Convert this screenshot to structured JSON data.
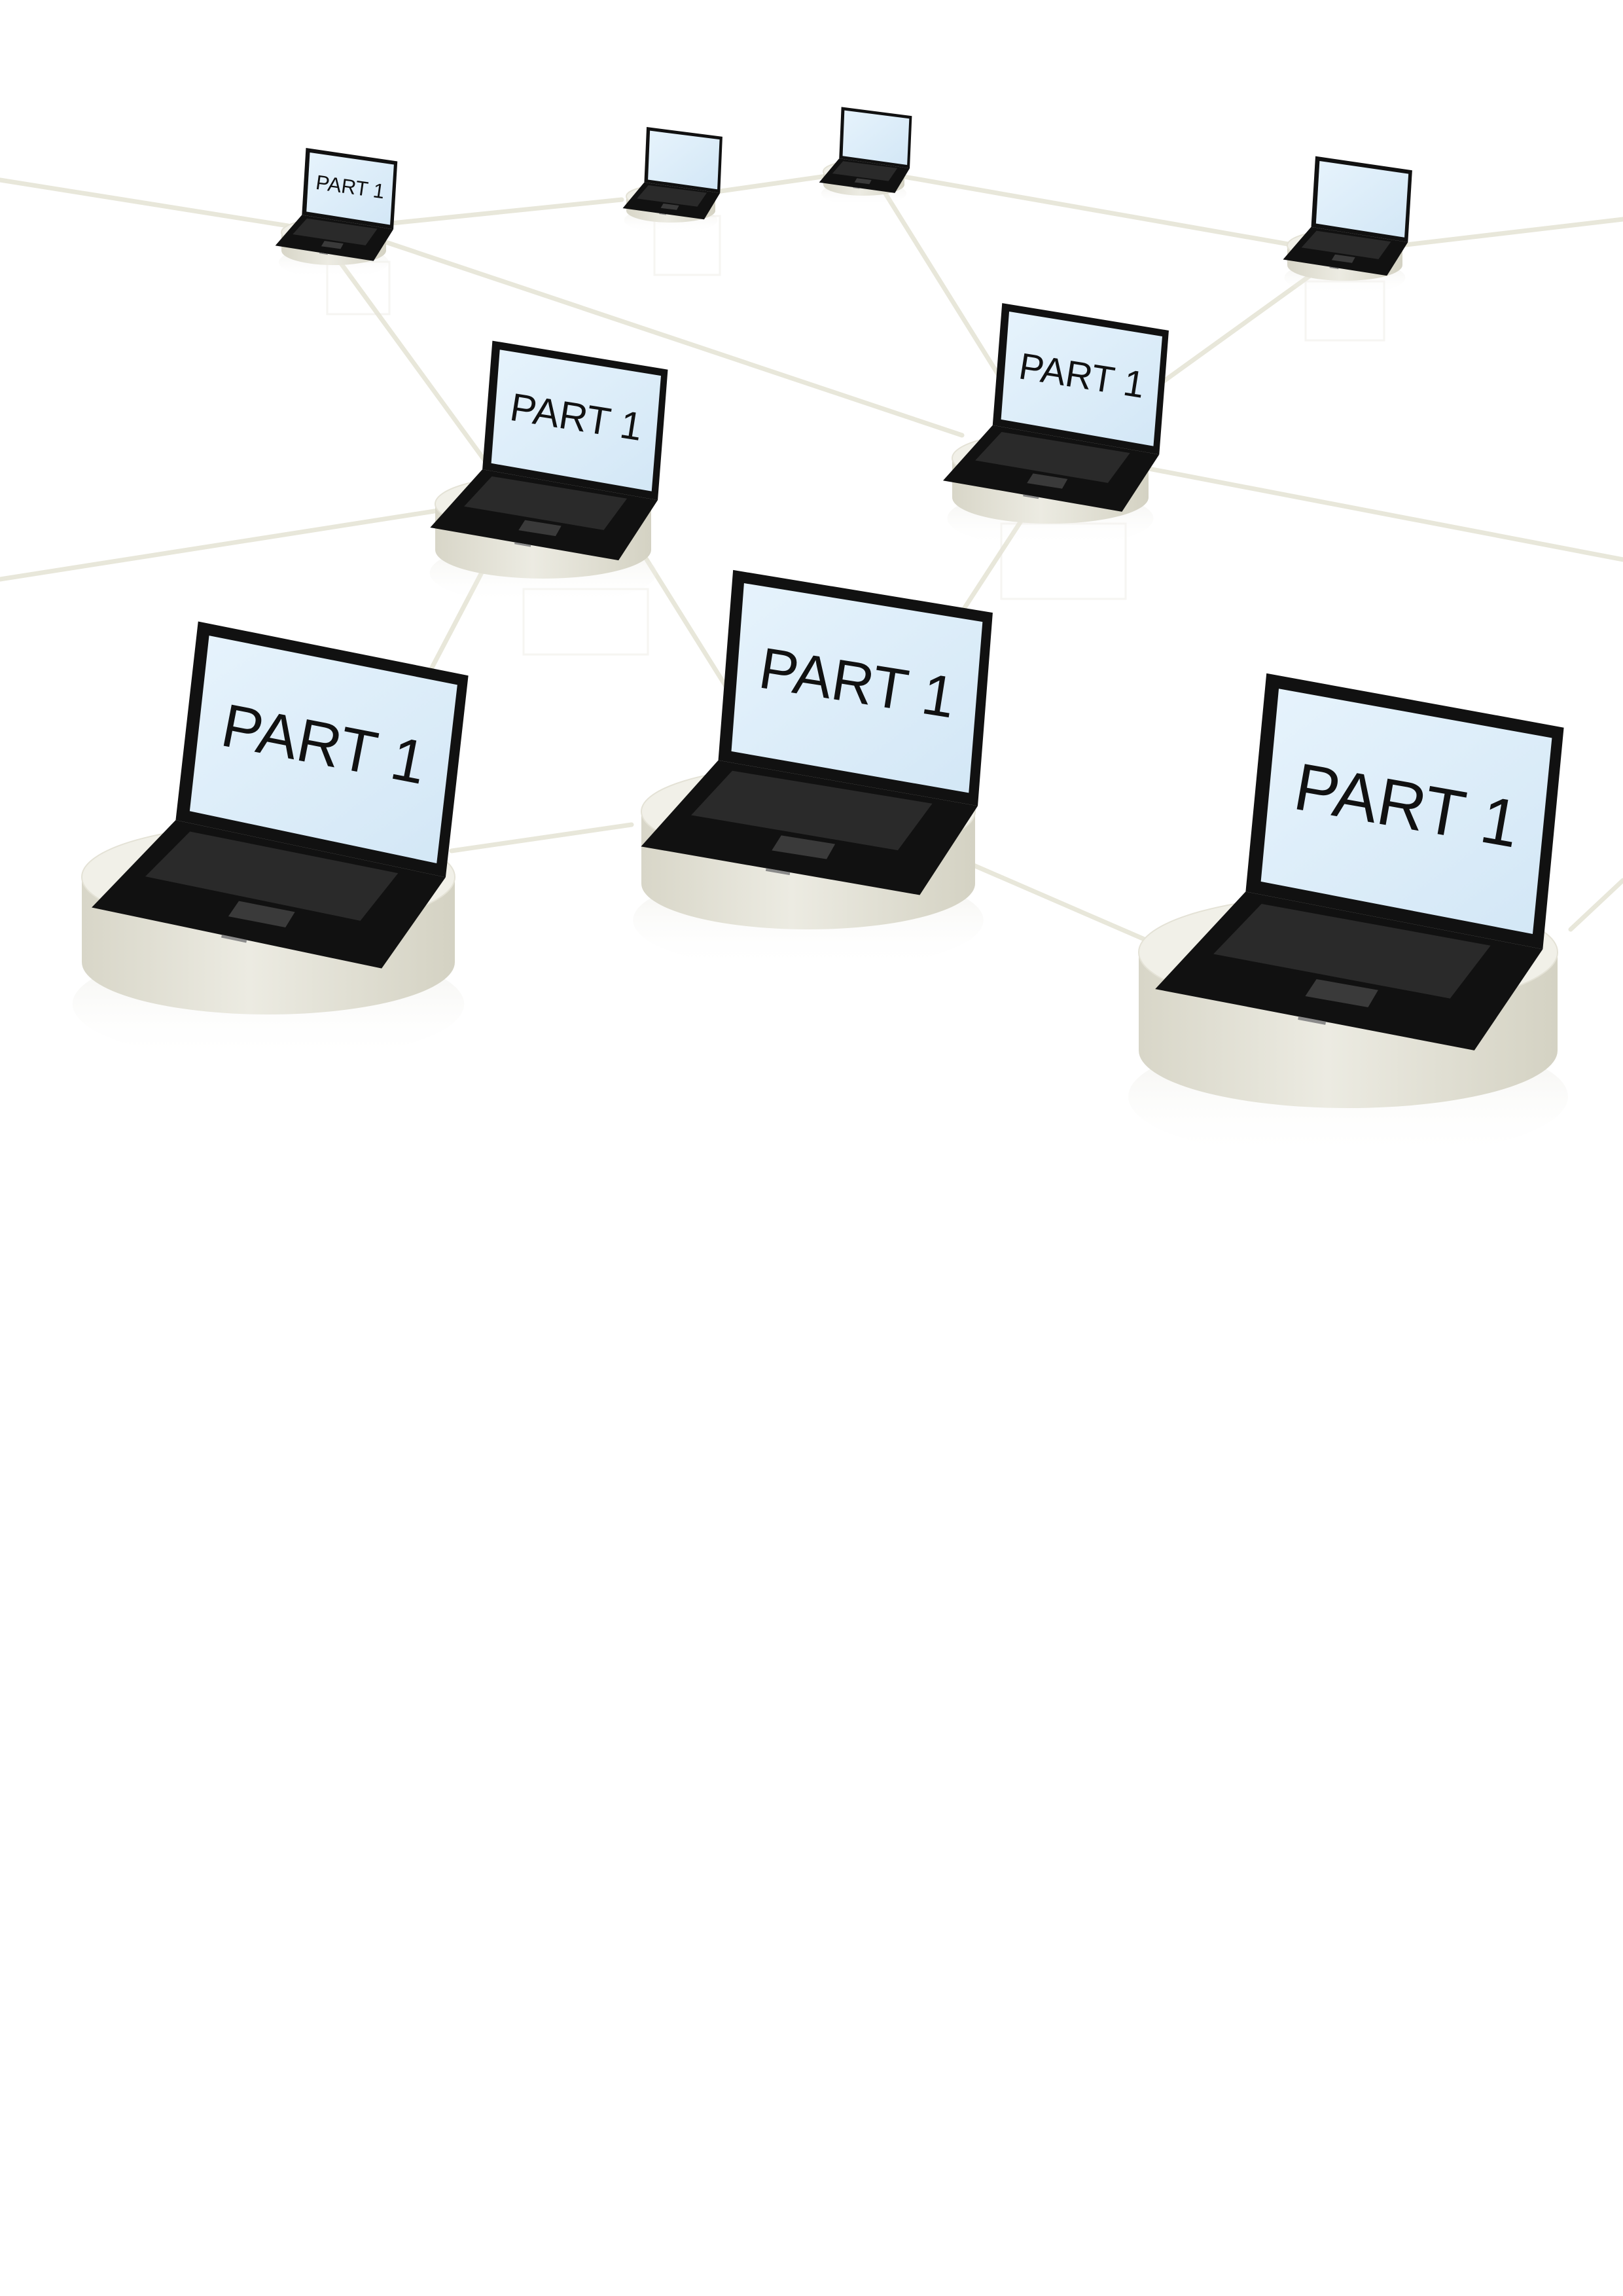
{
  "screen_label": "PART 1",
  "colors": {
    "cable": "#e9e8dc",
    "cable_edge": "#cfcdbd",
    "pedestal_top": "#f1f0e8",
    "pedestal_side": "#dedcd0",
    "laptop_body": "#111111",
    "laptop_keys": "#2a2a2a",
    "screen": "#dfeefa",
    "background": "#ffffff"
  },
  "icons": [
    "laptop-icon",
    "pedestal-icon",
    "network-cable"
  ],
  "nodes": [
    {
      "id": "node-top-1",
      "label": "PART 1"
    },
    {
      "id": "node-top-2",
      "label": ""
    },
    {
      "id": "node-top-3",
      "label": ""
    },
    {
      "id": "node-top-4",
      "label": ""
    },
    {
      "id": "node-mid-1",
      "label": "PART 1"
    },
    {
      "id": "node-mid-2",
      "label": "PART 1"
    },
    {
      "id": "node-front-1",
      "label": "PART 1"
    },
    {
      "id": "node-front-2",
      "label": "PART 1"
    },
    {
      "id": "node-front-3",
      "label": "PART 1"
    }
  ]
}
